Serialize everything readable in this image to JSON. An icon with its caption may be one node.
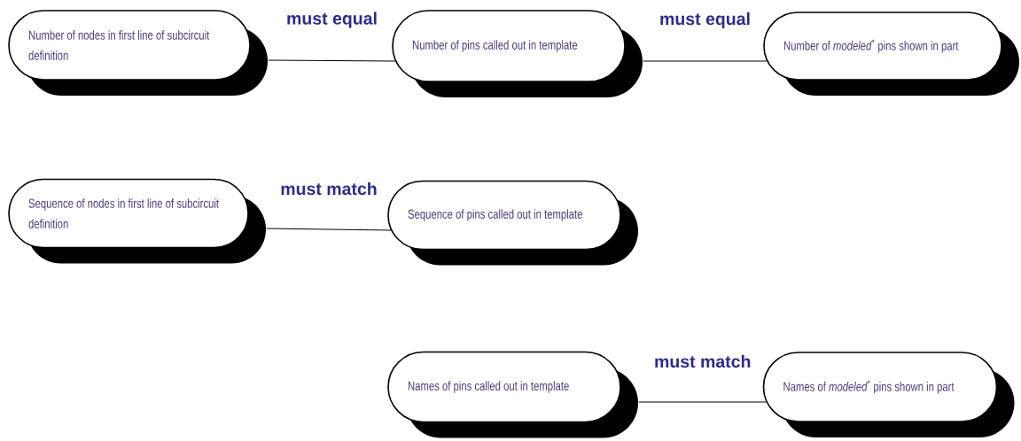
{
  "diagram": {
    "nodes": [
      {
        "text": [
          "Number of nodes in first line of subcircuit definition"
        ]
      },
      {
        "text": [
          "Number of pins called out in template"
        ]
      },
      {
        "text": [
          "Number of *modeled*$^{*}$ pins shown in part"
        ]
      },
      {
        "text": [
          "Sequence of nodes in first line of subcircuit definition"
        ]
      },
      {
        "text": [
          "Sequence of pins called out in template"
        ]
      },
      {
        "text": [
          "Names of pins called out in template"
        ]
      },
      {
        "text": [
          "Names of *modeled*$^{*}$ pins shown in part"
        ]
      }
    ],
    "edges": [
      {
        "from": 0,
        "to": 1,
        "arrow": "none",
        "label": "must equal"
      },
      {
        "from": 1,
        "to": 2,
        "arrow": "none",
        "label": "must equal"
      },
      {
        "from": 3,
        "to": 4,
        "arrow": "none",
        "label": "must match"
      },
      {
        "from": 5,
        "to": 6,
        "arrow": "none",
        "label": "must match"
      }
    ]
  }
}
